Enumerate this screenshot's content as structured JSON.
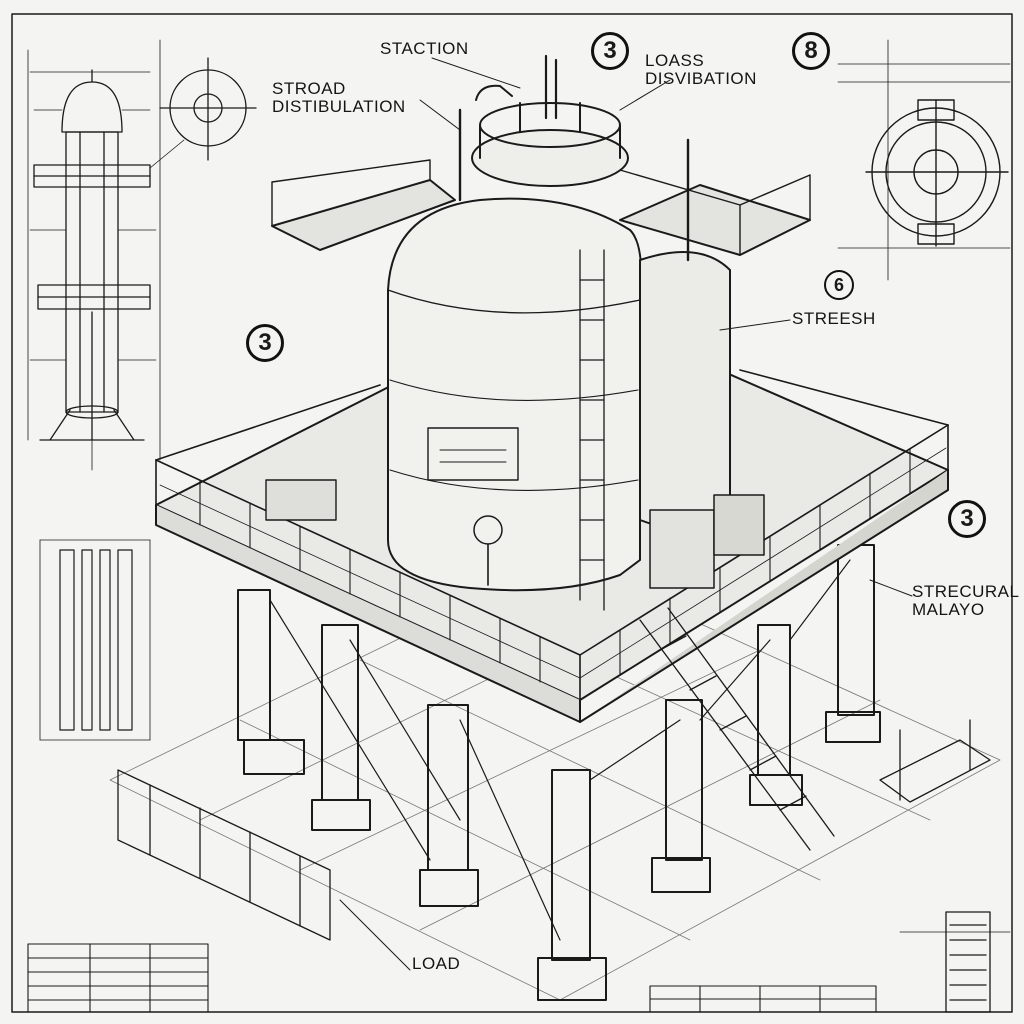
{
  "labels": {
    "stroad_distribution": "STROAD\nDISTIBULATION",
    "staction": "STACTION",
    "loass_disvibation": "LOASS\nDISVIBATION",
    "streesh": "STREESH",
    "stregural": "STRECURAL\nMALAYO",
    "load": "LOAD"
  },
  "badges": {
    "top_center": "3",
    "top_right": "8",
    "left_mid": "3",
    "right_mid": "3",
    "right_upper": "6"
  },
  "colors": {
    "ink": "#1a1a1a",
    "paper": "#f4f4f2",
    "grid": "#bdbdbd"
  }
}
